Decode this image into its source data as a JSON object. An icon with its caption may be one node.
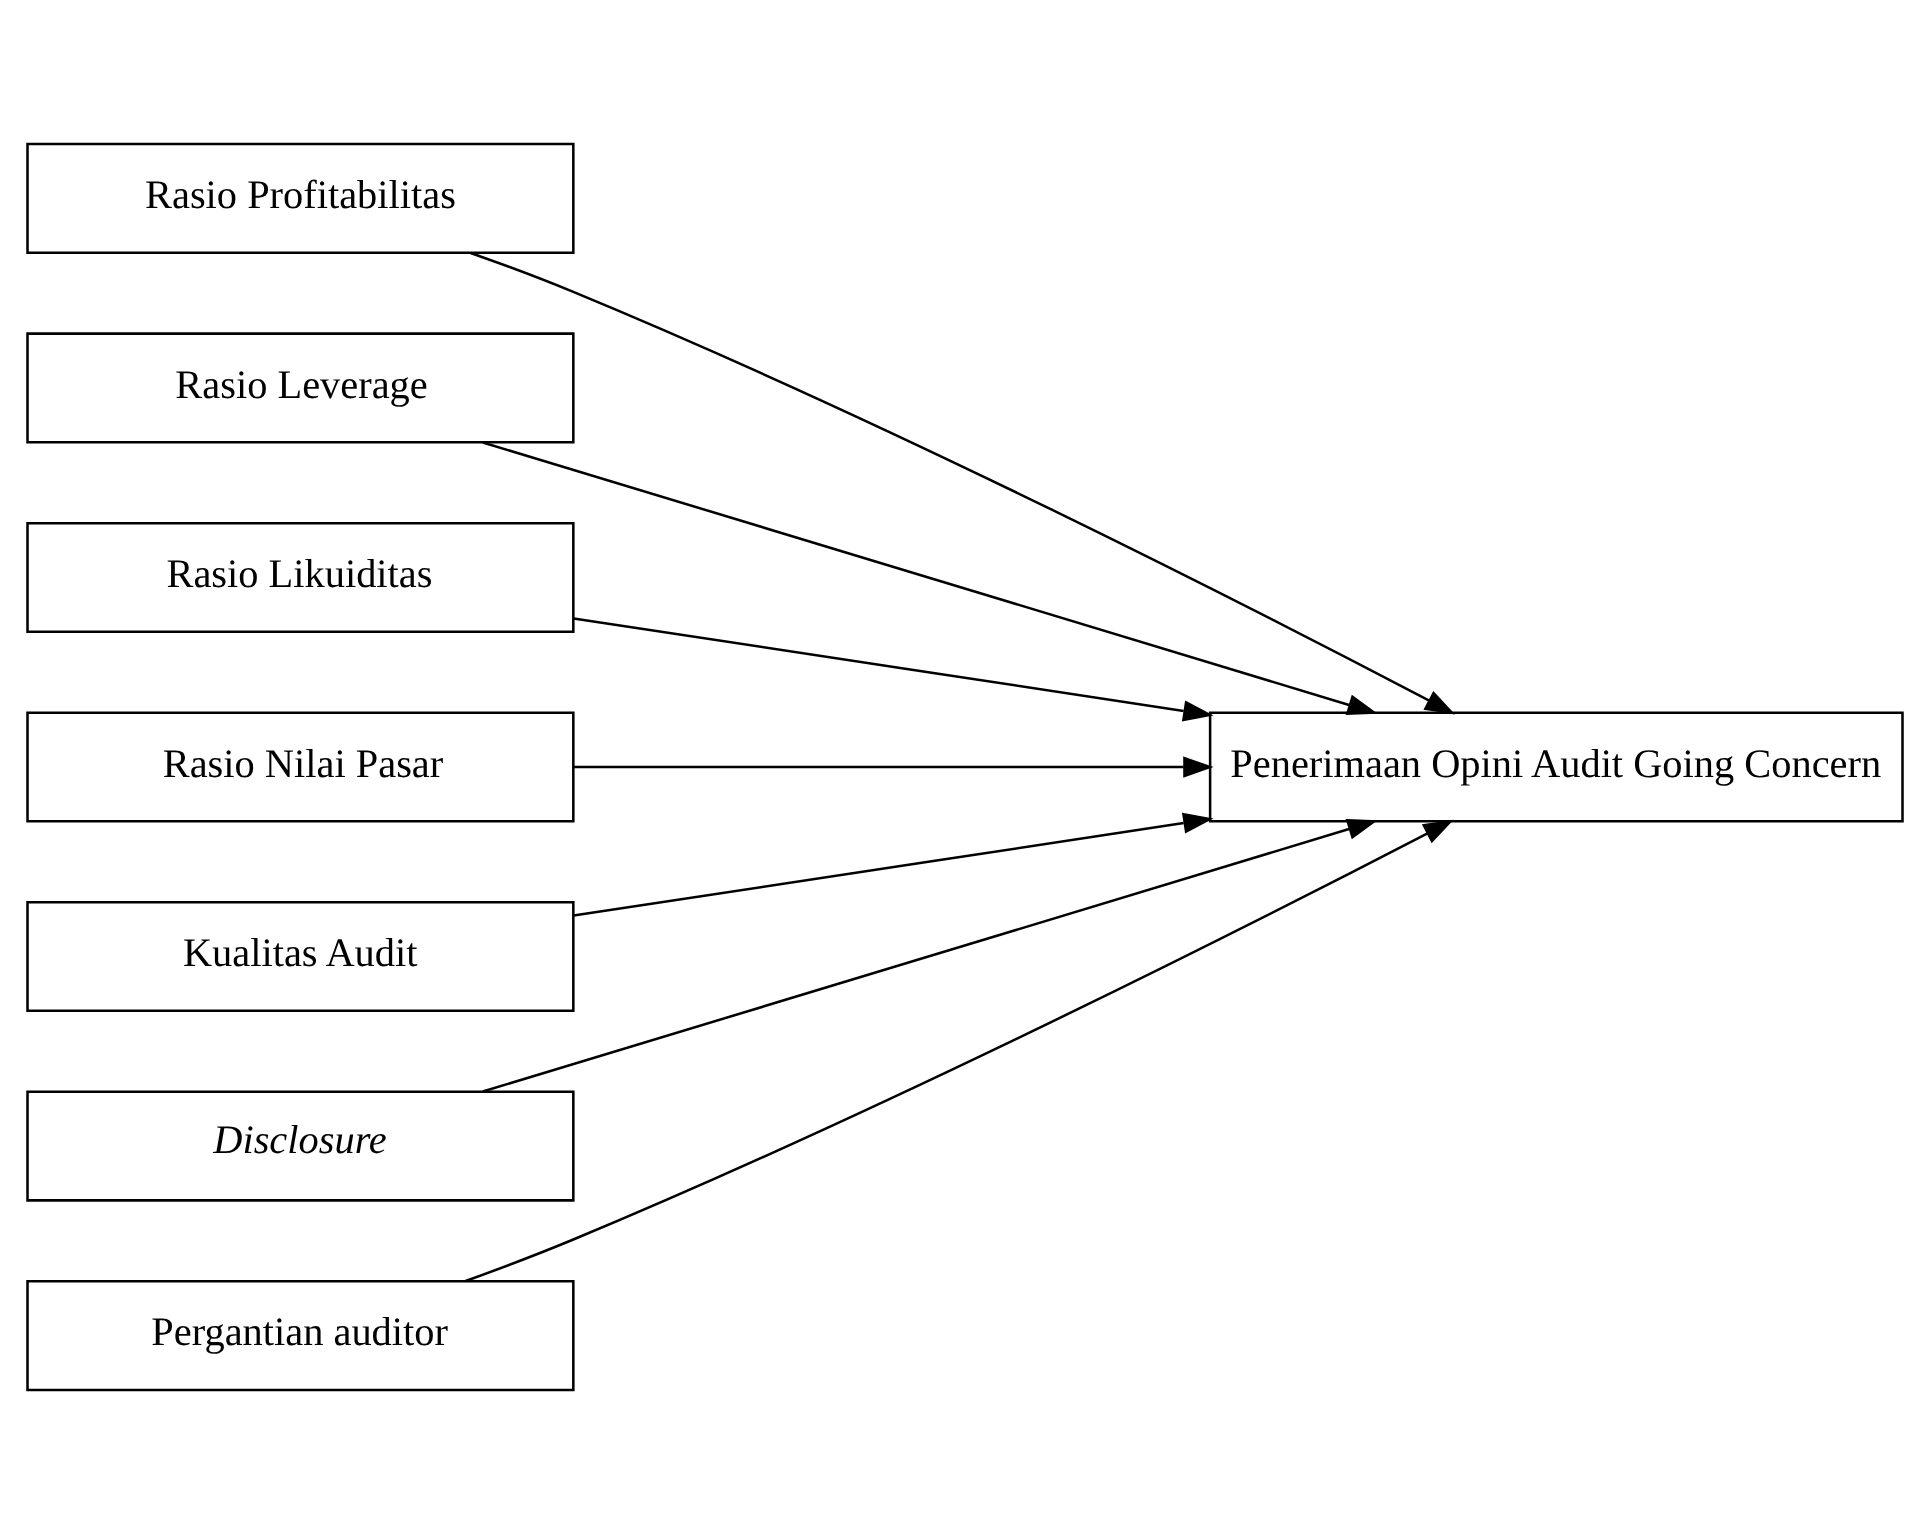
{
  "diagram": {
    "nodes": [
      {
        "text": [
          "Rasio Profitabilitas"
        ]
      },
      {
        "text": [
          "Rasio Leverage"
        ]
      },
      {
        "text": [
          "Rasio Likuiditas"
        ]
      },
      {
        "text": [
          "Rasio Nilai Pasar"
        ]
      },
      {
        "text": [
          "Kualitas Audit"
        ]
      },
      {
        "text": [
          "Disclosure"
        ]
      },
      {
        "text": [
          "Pergantian auditor"
        ]
      },
      {
        "text": [
          "Penerimaan Opini Audit Going Concern"
        ]
      }
    ],
    "edges": [
      {
        "from": 0,
        "to": 7,
        "arrow": "to"
      },
      {
        "from": 1,
        "to": 7,
        "arrow": "to"
      },
      {
        "from": 2,
        "to": 7,
        "arrow": "to"
      },
      {
        "from": 3,
        "to": 7,
        "arrow": "to"
      },
      {
        "from": 4,
        "to": 7,
        "arrow": "to"
      },
      {
        "from": 5,
        "to": 7,
        "arrow": "to"
      },
      {
        "from": 6,
        "to": 7,
        "arrow": "to"
      }
    ]
  }
}
